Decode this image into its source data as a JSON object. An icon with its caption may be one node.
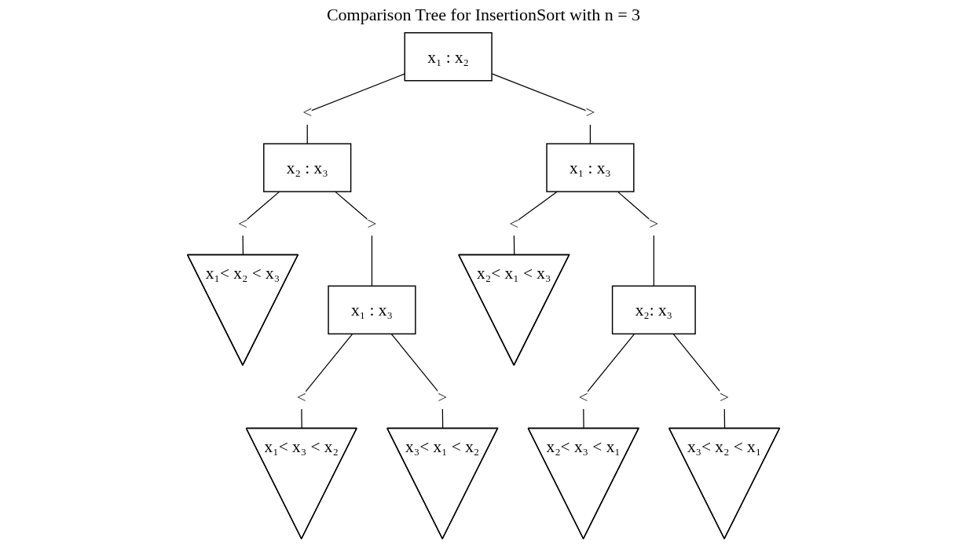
{
  "diagram": {
    "title": "Comparison Tree for InsertionSort with n = 3",
    "nodes": [
      {
        "text": [
          "x₁ : x₂"
        ]
      },
      {
        "text": [
          "x₂ : x₃"
        ]
      },
      {
        "text": [
          "x₁ : x₃"
        ]
      },
      {
        "text": [
          "x₁< x₂ < x₃"
        ]
      },
      {
        "text": [
          "x₁ : x₃"
        ]
      },
      {
        "text": [
          "x₂< x₁ < x₃"
        ]
      },
      {
        "text": [
          "x₂: x₃"
        ]
      },
      {
        "text": [
          "x₁< x₃ < x₂"
        ]
      },
      {
        "text": [
          "x₃< x₁ < x₂"
        ]
      },
      {
        "text": [
          "x₂< x₃ < x₁"
        ]
      },
      {
        "text": [
          "x₃< x₂ < x₁"
        ]
      }
    ],
    "edges": [
      {
        "from": 0,
        "to": 1,
        "arrow": "none",
        "label": "<"
      },
      {
        "from": 0,
        "to": 2,
        "arrow": "none",
        "label": ">"
      },
      {
        "from": 1,
        "to": 3,
        "arrow": "none",
        "label": "<"
      },
      {
        "from": 1,
        "to": 4,
        "arrow": "none",
        "label": ">"
      },
      {
        "from": 2,
        "to": 5,
        "arrow": "none",
        "label": "<"
      },
      {
        "from": 2,
        "to": 6,
        "arrow": "none",
        "label": ">"
      },
      {
        "from": 4,
        "to": 7,
        "arrow": "none",
        "label": "<"
      },
      {
        "from": 4,
        "to": 8,
        "arrow": "none",
        "label": ">"
      },
      {
        "from": 6,
        "to": 9,
        "arrow": "none",
        "label": "<"
      },
      {
        "from": 6,
        "to": 10,
        "arrow": "none",
        "label": ">"
      }
    ]
  }
}
